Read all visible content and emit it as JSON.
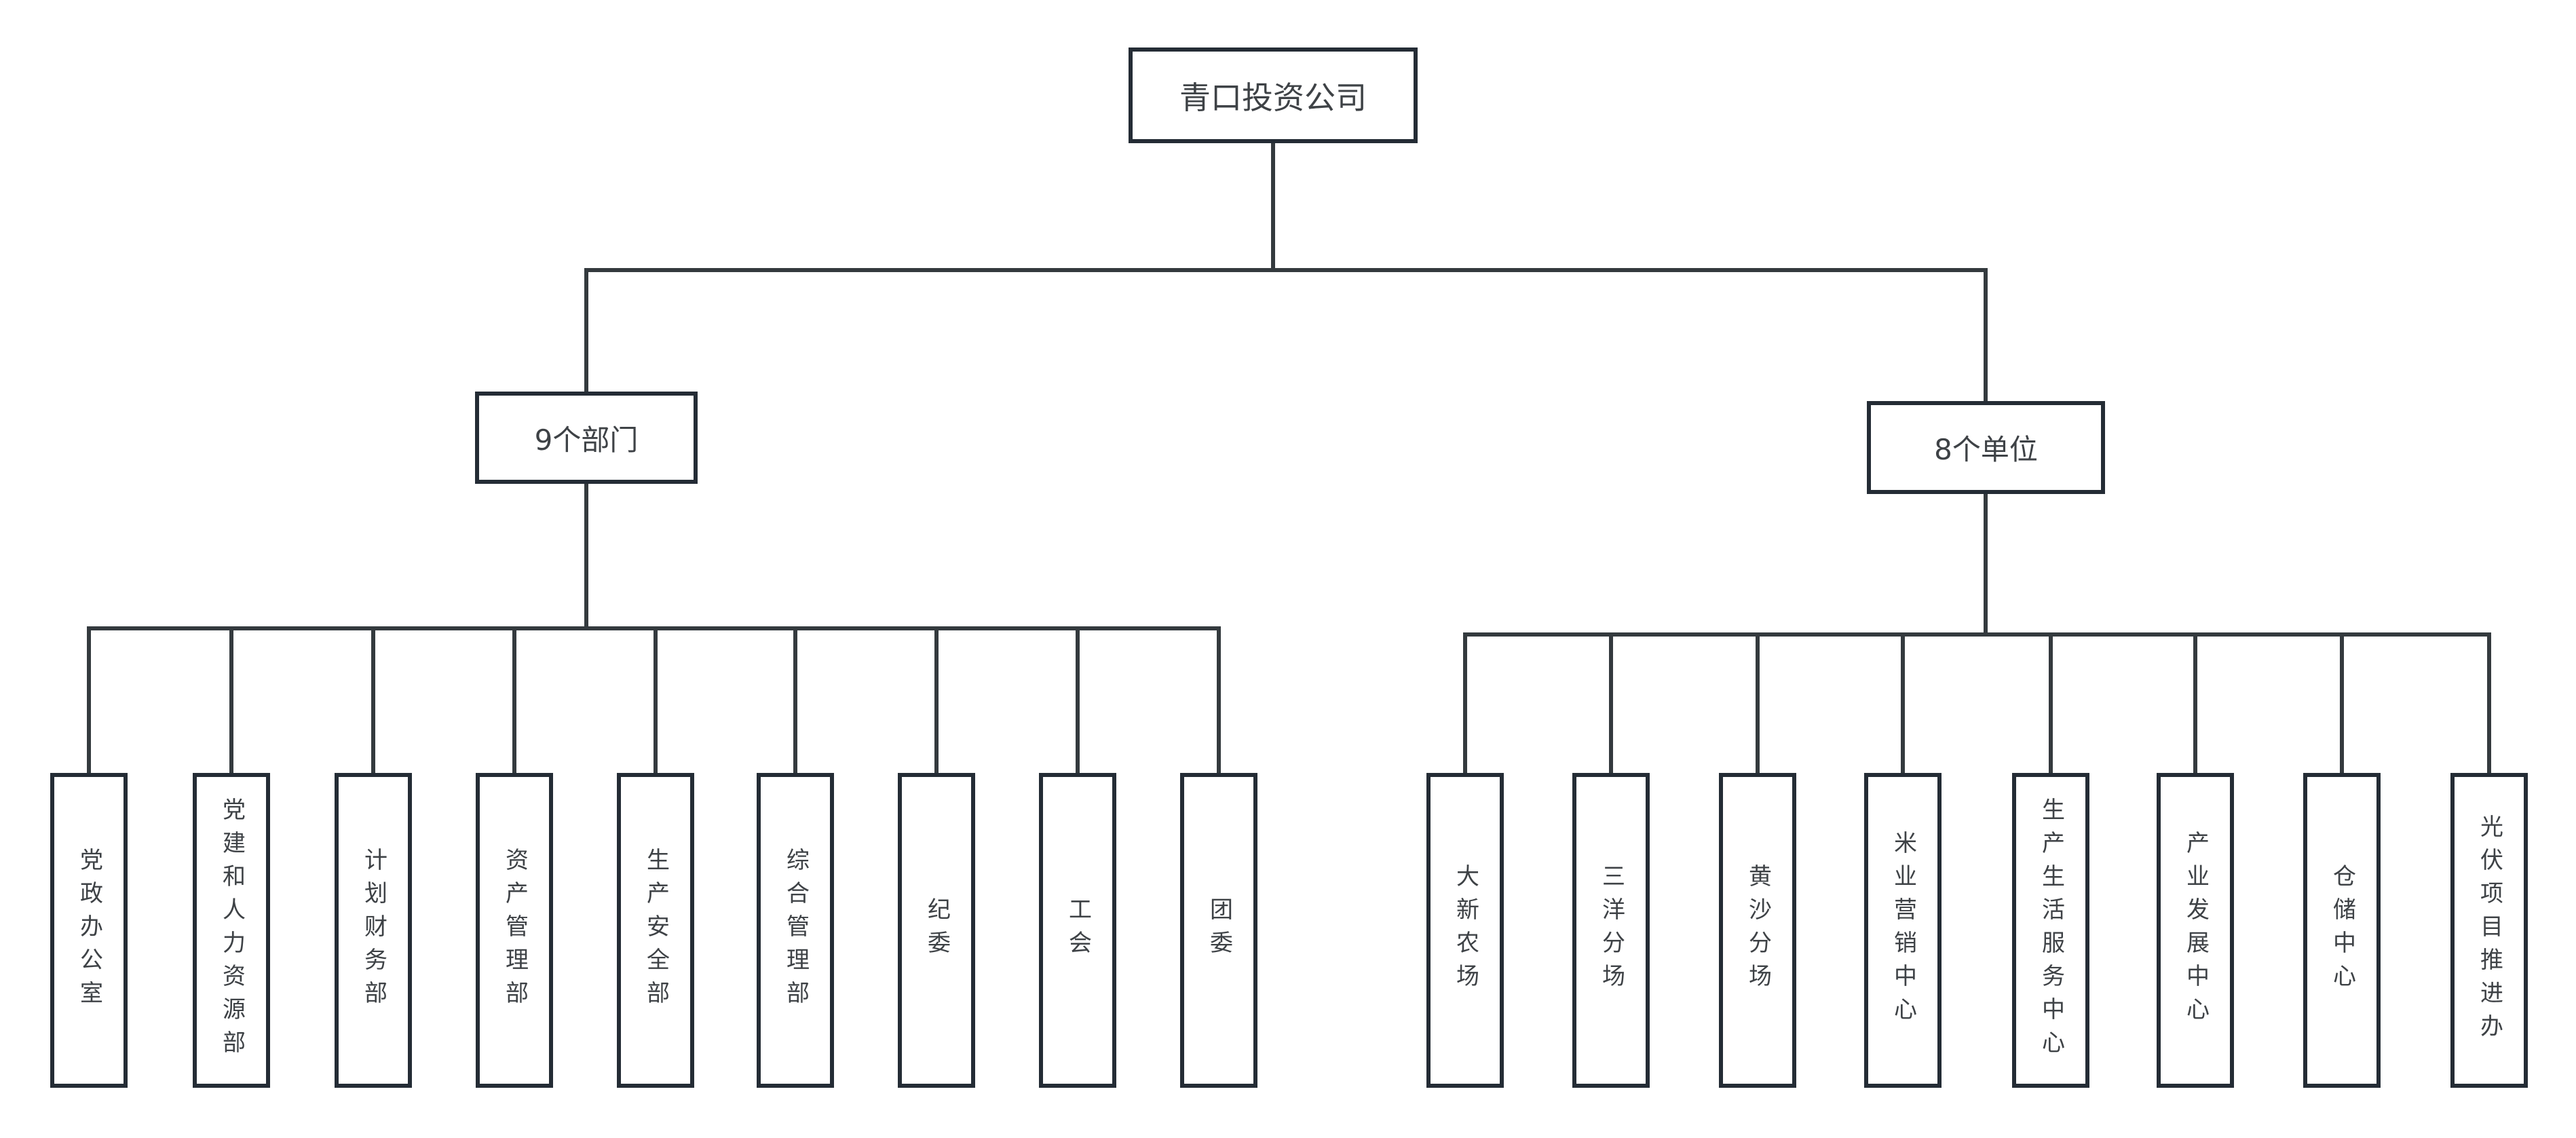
{
  "root": {
    "label": "青口投资公司"
  },
  "departments": {
    "label": "9个部门",
    "children": [
      {
        "label": "党政办公室"
      },
      {
        "label": "党建和人力资源部"
      },
      {
        "label": "计划财务部"
      },
      {
        "label": "资产管理部"
      },
      {
        "label": "生产安全部"
      },
      {
        "label": "综合管理部"
      },
      {
        "label": "纪委"
      },
      {
        "label": "工会"
      },
      {
        "label": "团委"
      }
    ]
  },
  "units": {
    "label": "8个单位",
    "children": [
      {
        "label": "大新农场"
      },
      {
        "label": "三洋分场"
      },
      {
        "label": "黄沙分场"
      },
      {
        "label": "米业营销中心"
      },
      {
        "label": "生产生活服务中心"
      },
      {
        "label": "产业发展中心"
      },
      {
        "label": "仓储中心"
      },
      {
        "label": "光伏项目推进办"
      }
    ]
  },
  "colors": {
    "background": "#ffffff",
    "box_border": "#242c35",
    "connector_line": "#343a3e",
    "text": "#3e4246"
  }
}
